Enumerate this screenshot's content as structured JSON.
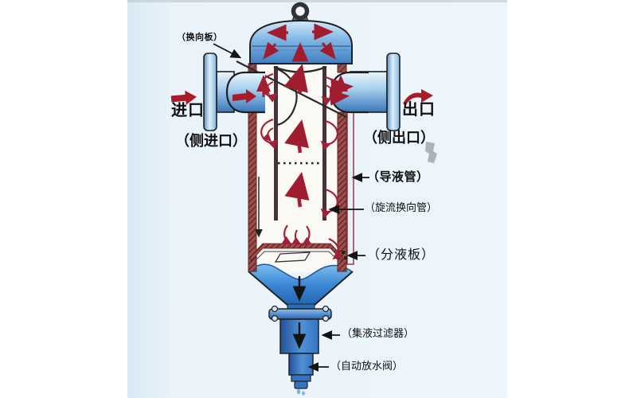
{
  "diagram": {
    "labels": {
      "diverter_plate": "（换向板）",
      "inlet": "进口",
      "side_inlet": "（侧进口）",
      "outlet": "出口",
      "side_outlet": "（侧出口）",
      "liquid_guide_tube": "（导液管）",
      "swirl_diverter_tube": "（旋流换向管）",
      "liquid_separation_plate": "（分液板）",
      "liquid_collection_filter": "（集液过滤器）",
      "auto_drain_valve": "（自动放水阀）"
    },
    "colors": {
      "wall_hatch": "#9c4f4a",
      "wall_hatch_dark": "#5e161d",
      "flow_arrow_red": "#a01d30",
      "steel_blue": "#4e94d4",
      "water_blue": "#2e72c4",
      "outline_black": "#1f1f1f",
      "photo_background": "#e9f3f9"
    }
  }
}
